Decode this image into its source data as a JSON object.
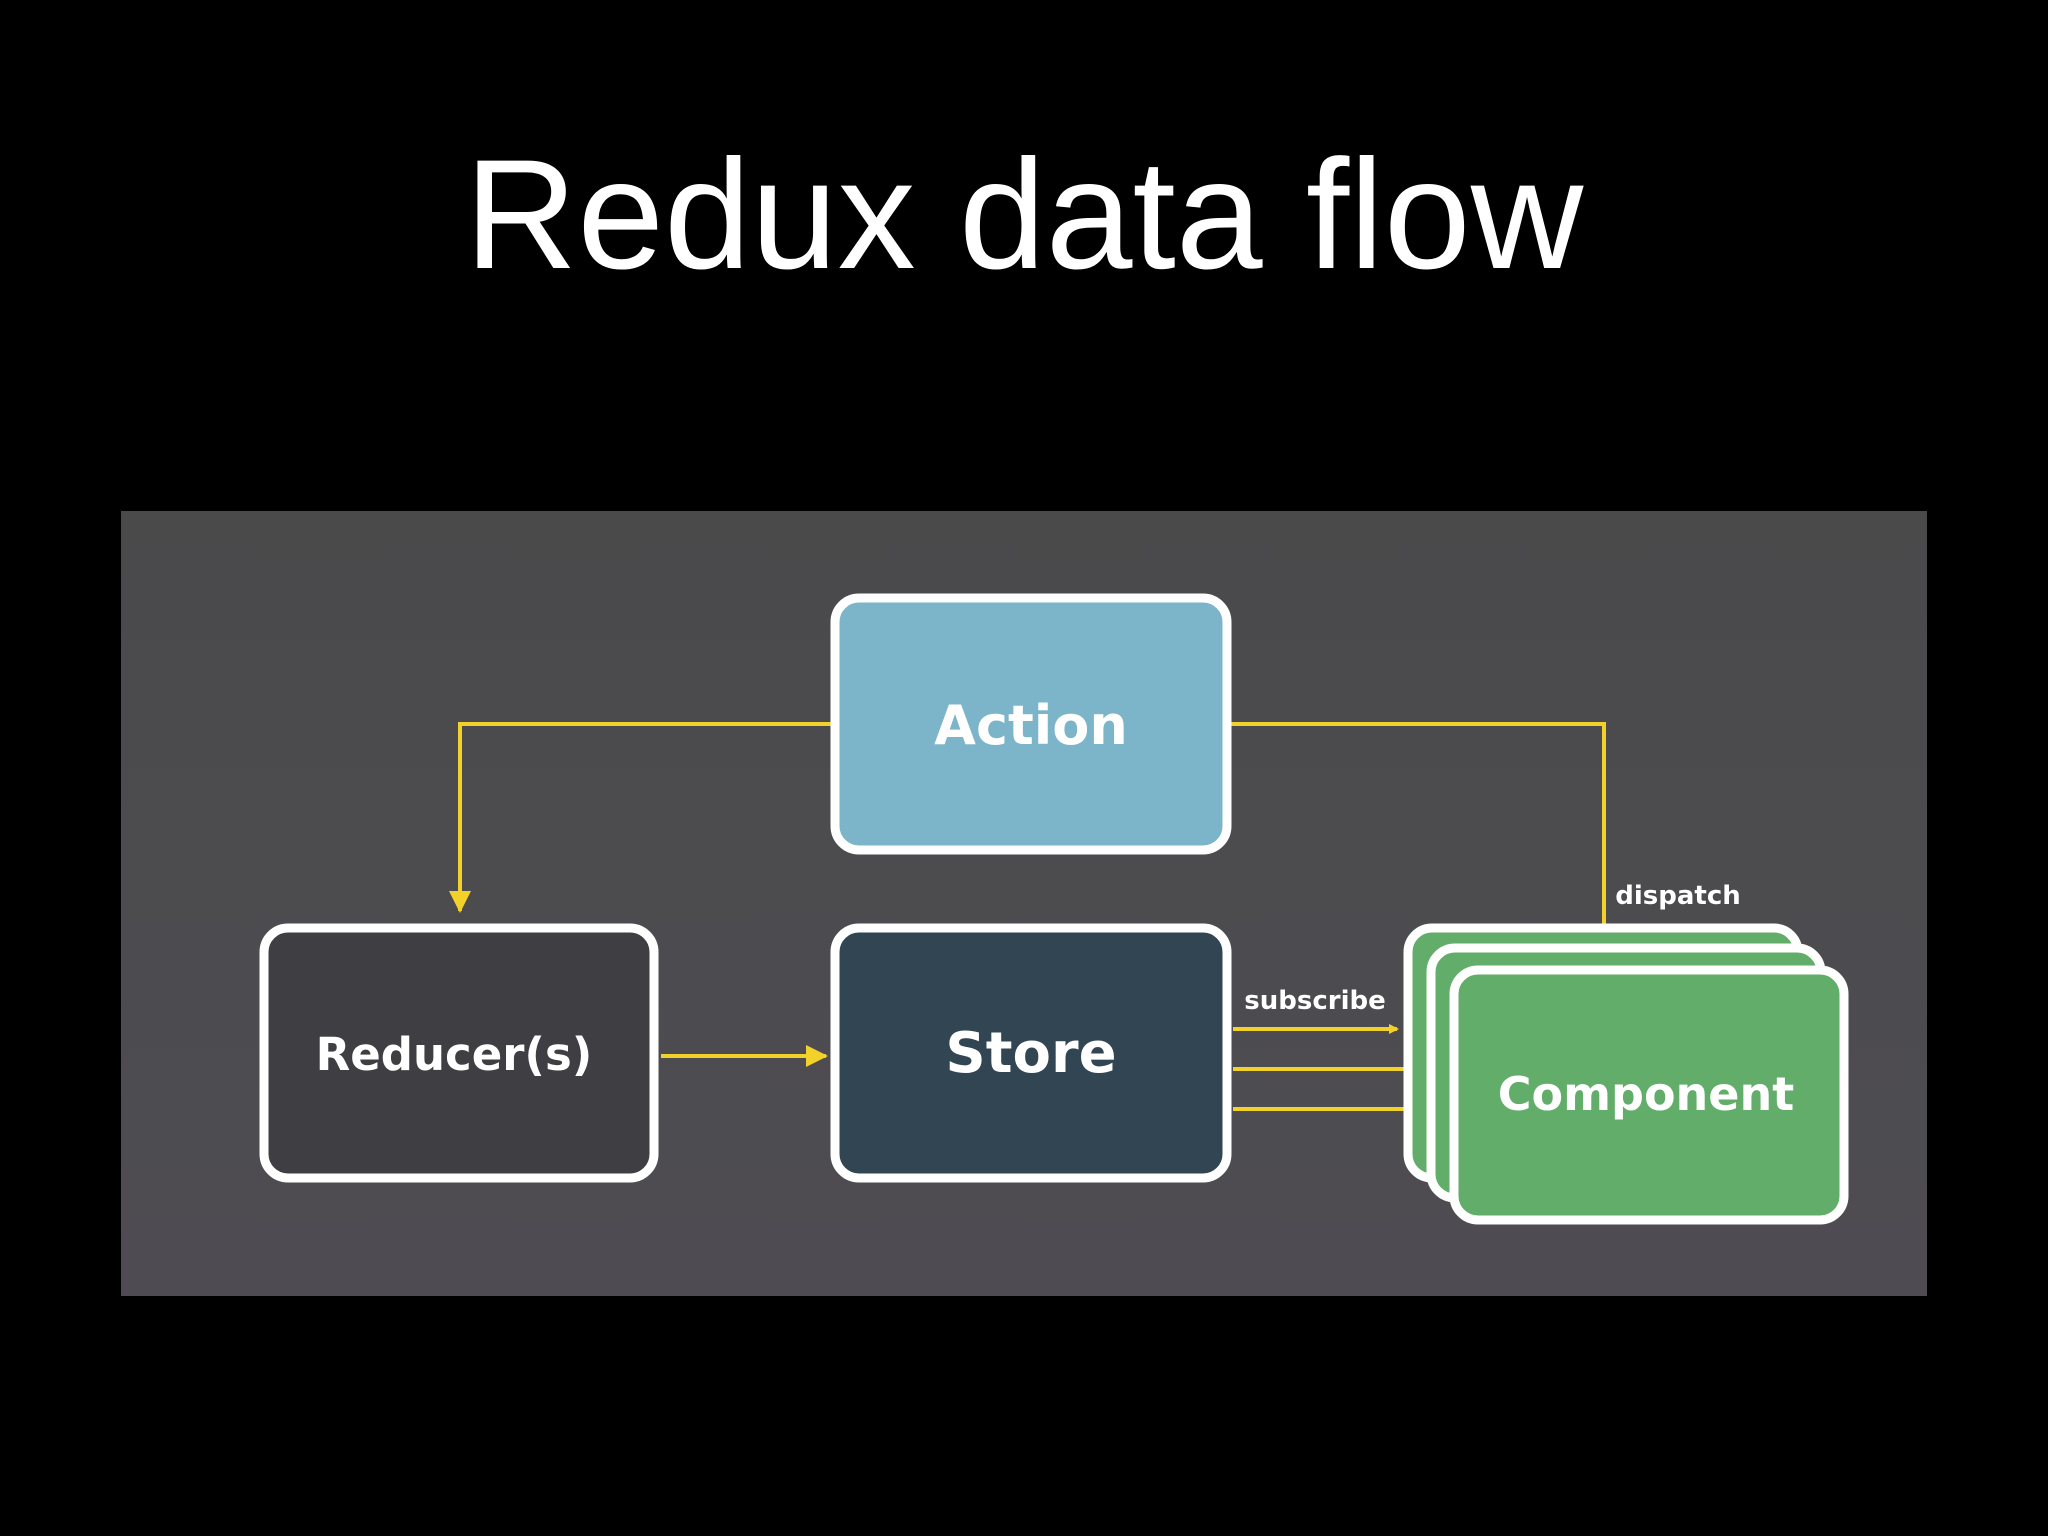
{
  "slide": {
    "title": "Redux data flow"
  },
  "diagram": {
    "nodes": {
      "action": {
        "label": "Action",
        "color": "#7cb4c9"
      },
      "reducers": {
        "label": "Reducer(s)",
        "color": "#3f3e42"
      },
      "store": {
        "label": "Store",
        "color": "#314553"
      },
      "component": {
        "label": "Component",
        "color": "#62ad69"
      }
    },
    "edges": {
      "subscribe_label": "subscribe",
      "dispatch_label": "dispatch"
    },
    "colors": {
      "arrow": "#f2d22a",
      "node_border": "#ffffff"
    }
  }
}
